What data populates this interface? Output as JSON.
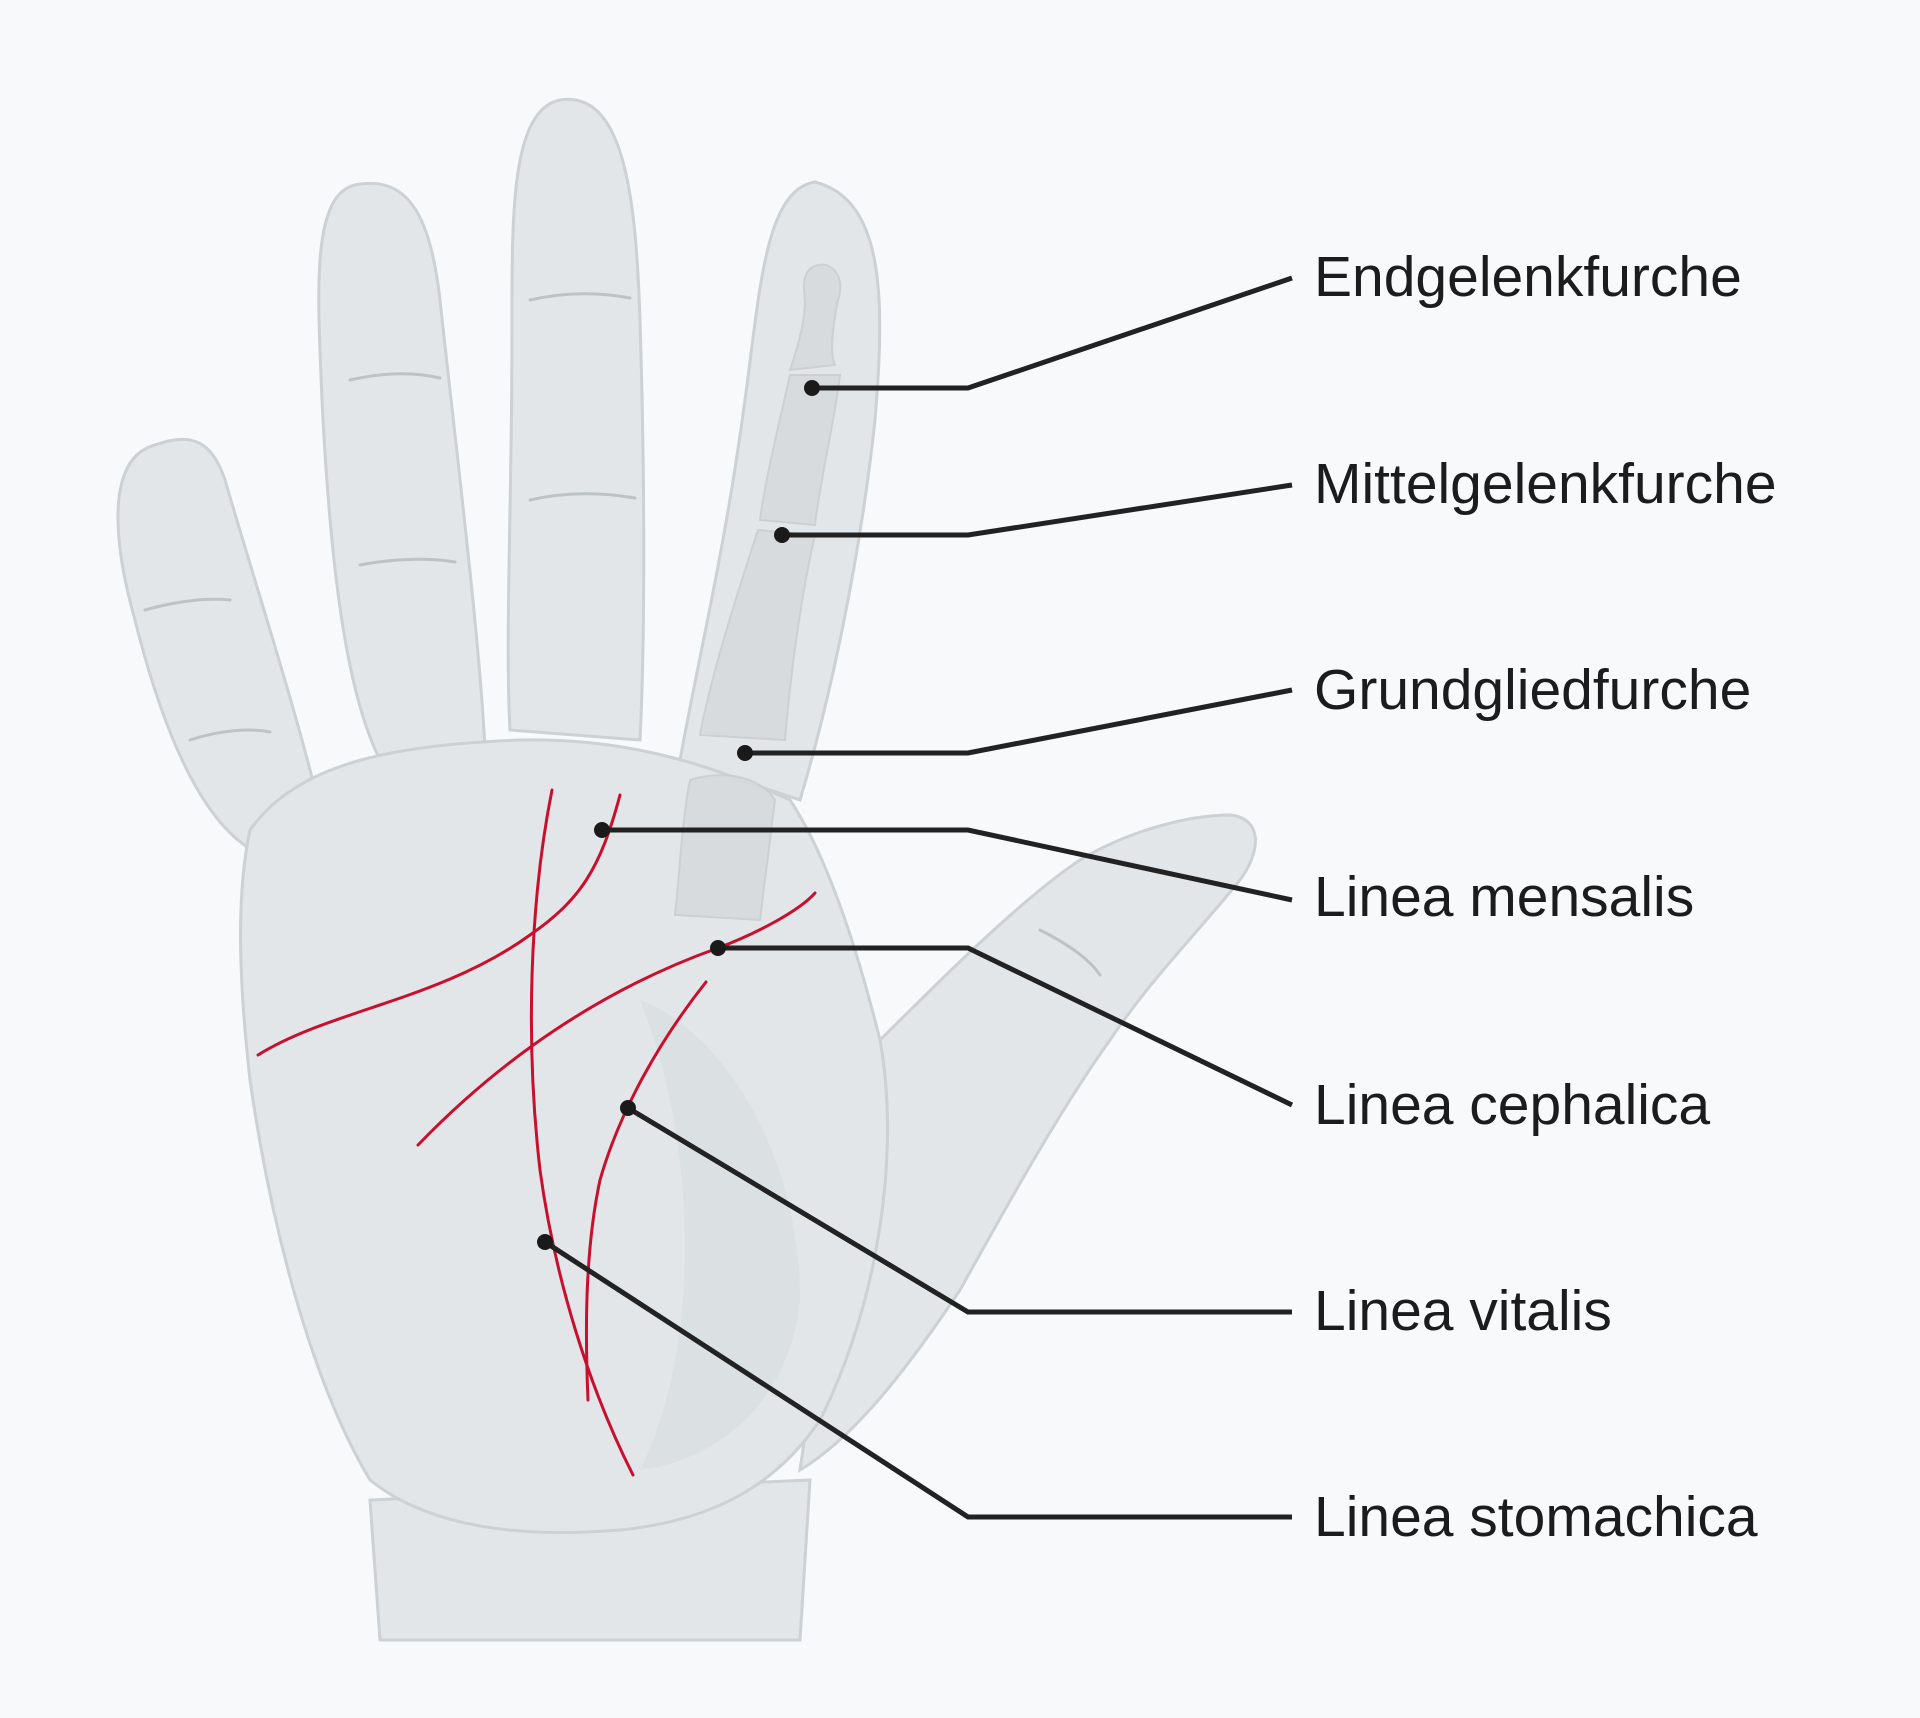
{
  "labels": [
    {
      "id": "endgelenkfurche",
      "text": "Endgelenkfurche"
    },
    {
      "id": "mittelgelenkfurche",
      "text": "Mittelgelenkfurche"
    },
    {
      "id": "grundgliedfurche",
      "text": "Grundgliedfurche"
    },
    {
      "id": "linea-mensalis",
      "text": "Linea mensalis"
    },
    {
      "id": "linea-cephalica",
      "text": "Linea cephalica"
    },
    {
      "id": "linea-vitalis",
      "text": "Linea vitalis"
    },
    {
      "id": "linea-stomachica",
      "text": "Linea stomachica"
    }
  ],
  "colors": {
    "background": "#f8f9fa",
    "skin": "#e3e6e8",
    "skin_outline": "#cbd1d4",
    "palm_lines": "#c8102e",
    "leader_lines": "#222222",
    "label_text": "#1c1c1c"
  }
}
